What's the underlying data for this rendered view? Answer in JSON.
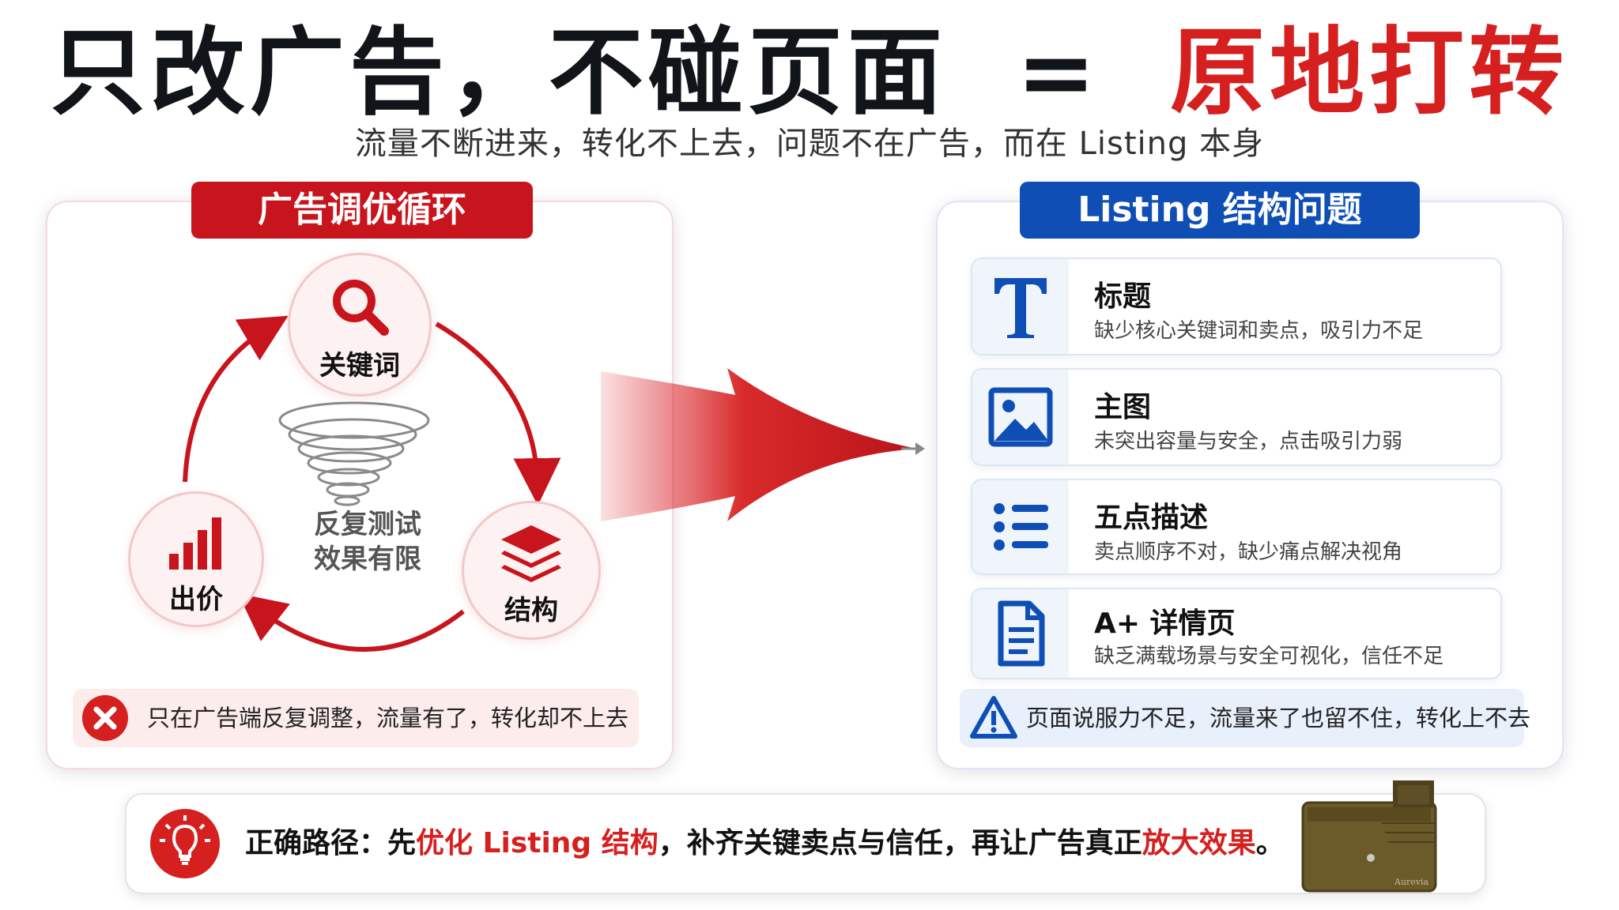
{
  "header": {
    "title_left": "只改广告，不碰页面",
    "title_eq": "=",
    "title_right": "原地打转",
    "subtitle": "流量不断进来，转化不上去，问题不在广告，而在 Listing 本身"
  },
  "left_panel": {
    "tag": "广告调优循环",
    "nodes": [
      {
        "label": "关键词",
        "icon": "search-icon"
      },
      {
        "label": "出价",
        "icon": "bar-chart-icon"
      },
      {
        "label": "结构",
        "icon": "layers-icon"
      }
    ],
    "center_line1": "反复测试",
    "center_line2": "效果有限",
    "error_text": "只在广告端反复调整，流量有了，转化却不上去"
  },
  "right_panel": {
    "tag": "Listing 结构问题",
    "items": [
      {
        "title": "标题",
        "desc": "缺少核心关键词和卖点，吸引力不足",
        "icon": "text-t-icon"
      },
      {
        "title": "主图",
        "desc": "未突出容量与安全，点击吸引力弱",
        "icon": "image-icon"
      },
      {
        "title": "五点描述",
        "desc": "卖点顺序不对，缺少痛点解决视角",
        "icon": "list-icon"
      },
      {
        "title": "A+ 详情页",
        "desc": "缺乏满载场景与安全可视化，信任不足",
        "icon": "document-icon"
      }
    ],
    "warn_text": "页面说服力不足，流量来了也留不住，转化上不去"
  },
  "banner": {
    "part1": "正确路径：先",
    "hl1": "优化 Listing 结构",
    "part2": "，补齐关键卖点与信任，再让广告真正",
    "hl2": "放大效果",
    "part3": "。",
    "wallet_brand": "Aurevia"
  },
  "colors": {
    "red": "#d61f1f",
    "blue": "#0f4fb5"
  }
}
